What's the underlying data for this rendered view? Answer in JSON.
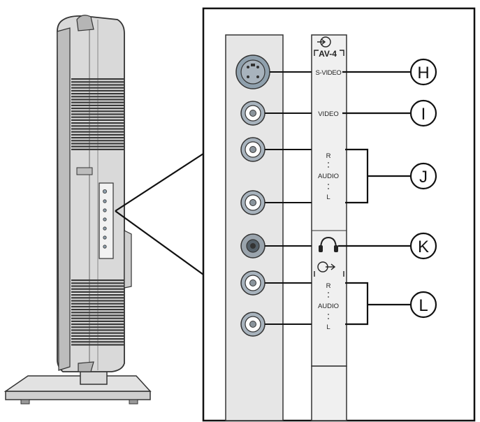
{
  "panel": {
    "header": "AV-4",
    "labels": {
      "svideo": "S-VIDEO",
      "video": "VIDEO",
      "audio_in_r": "R",
      "audio_in_word": "AUDIO",
      "audio_in_l": "L",
      "audio_out_r": "R",
      "audio_out_word": "AUDIO",
      "audio_out_l": "L"
    },
    "icons": [
      "input-arrow-icon",
      "headphones-icon",
      "output-arrow-icon"
    ]
  },
  "callouts": [
    {
      "letter": "H",
      "target": "S-VIDEO"
    },
    {
      "letter": "I",
      "target": "VIDEO"
    },
    {
      "letter": "J",
      "target": "AUDIO input R/L"
    },
    {
      "letter": "K",
      "target": "headphones"
    },
    {
      "letter": "L",
      "target": "AUDIO output R/L"
    }
  ],
  "colors": {
    "line": "#111111",
    "panel": "#e6e6e6",
    "strip": "#f0f0f0",
    "tv_body": "#d6d6d6",
    "jack": "#a8b3bd"
  }
}
